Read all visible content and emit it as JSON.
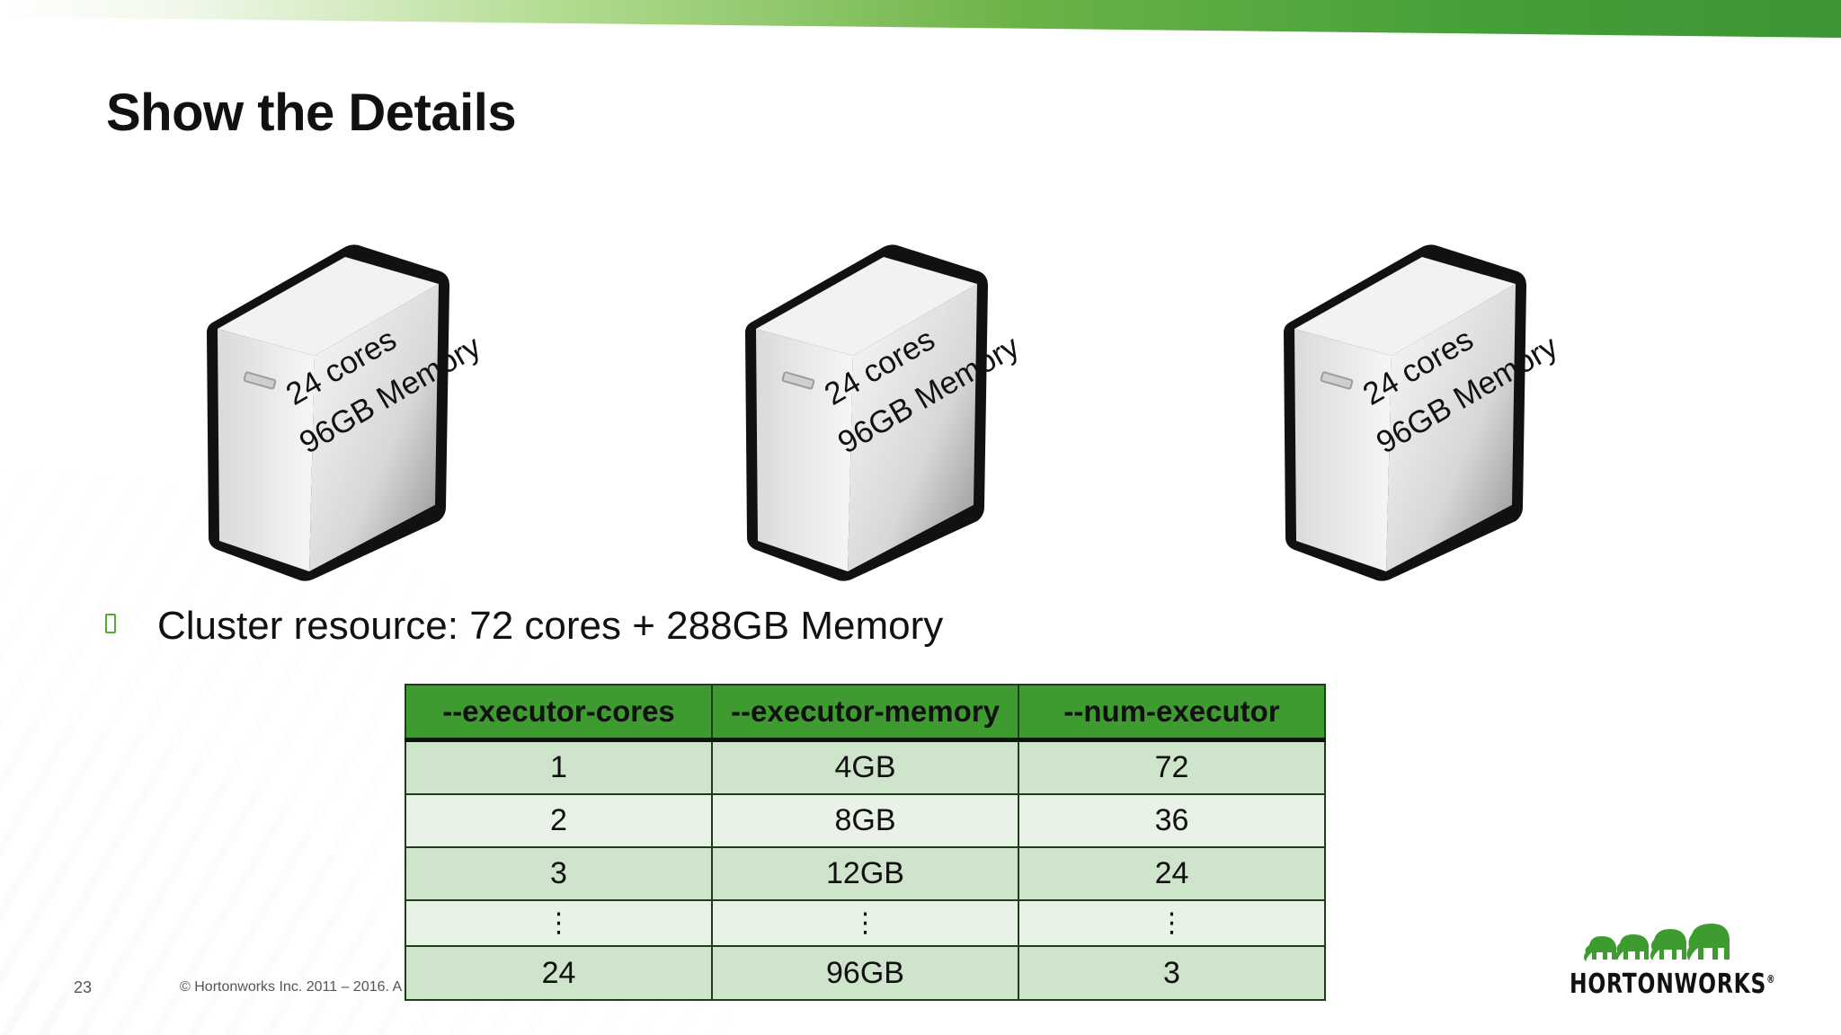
{
  "slide": {
    "title": "Show the Details",
    "page_number": "23",
    "copyright": "© Hortonworks Inc. 2011 – 2016. A"
  },
  "servers": [
    {
      "cores": "24 cores",
      "memory": "96GB Memory"
    },
    {
      "cores": "24 cores",
      "memory": "96GB Memory"
    },
    {
      "cores": "24 cores",
      "memory": "96GB Memory"
    }
  ],
  "bullet": {
    "text": "Cluster resource: 72 cores + 288GB Memory"
  },
  "table": {
    "headers": [
      "--executor-cores",
      "--executor-memory",
      "--num-executor"
    ],
    "rows": [
      [
        "1",
        "4GB",
        "72"
      ],
      [
        "2",
        "8GB",
        "36"
      ],
      [
        "3",
        "12GB",
        "24"
      ],
      [
        "⋮",
        "⋮",
        "⋮"
      ],
      [
        "24",
        "96GB",
        "3"
      ]
    ]
  },
  "logo": {
    "text": "HORTONWORKS",
    "mark": "®"
  },
  "colors": {
    "brand_green": "#3e9b2f",
    "row_dark": "#cfe5cb",
    "row_light": "#e8f2e6"
  }
}
